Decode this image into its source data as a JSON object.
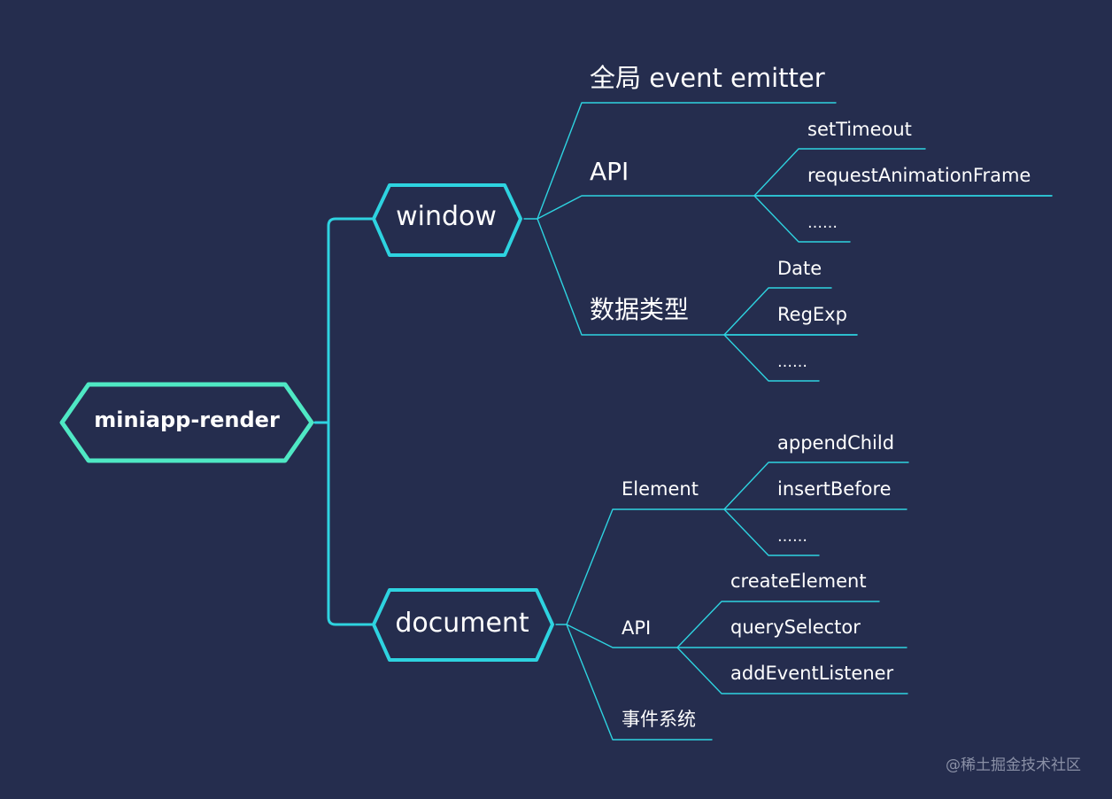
{
  "colors": {
    "background": "#252d4e",
    "line": "#2ed3e0",
    "root_border": "#4fe8c4",
    "text": "#ffffff",
    "watermark": "#8a90a6"
  },
  "root": {
    "label": "miniapp-render"
  },
  "window": {
    "label": "window",
    "global": {
      "label": "全局 event emitter"
    },
    "api": {
      "label": "API",
      "items": [
        "setTimeout",
        "requestAnimationFrame",
        "……"
      ]
    },
    "types": {
      "label": "数据类型",
      "items": [
        "Date",
        "RegExp",
        "……"
      ]
    }
  },
  "document": {
    "label": "document",
    "element": {
      "label": "Element",
      "items": [
        "appendChild",
        "insertBefore",
        "……"
      ]
    },
    "api": {
      "label": "API",
      "items": [
        "createElement",
        "querySelector",
        "addEventListener"
      ]
    },
    "events": {
      "label": "事件系统"
    }
  },
  "watermark": "@稀土掘金技术社区"
}
